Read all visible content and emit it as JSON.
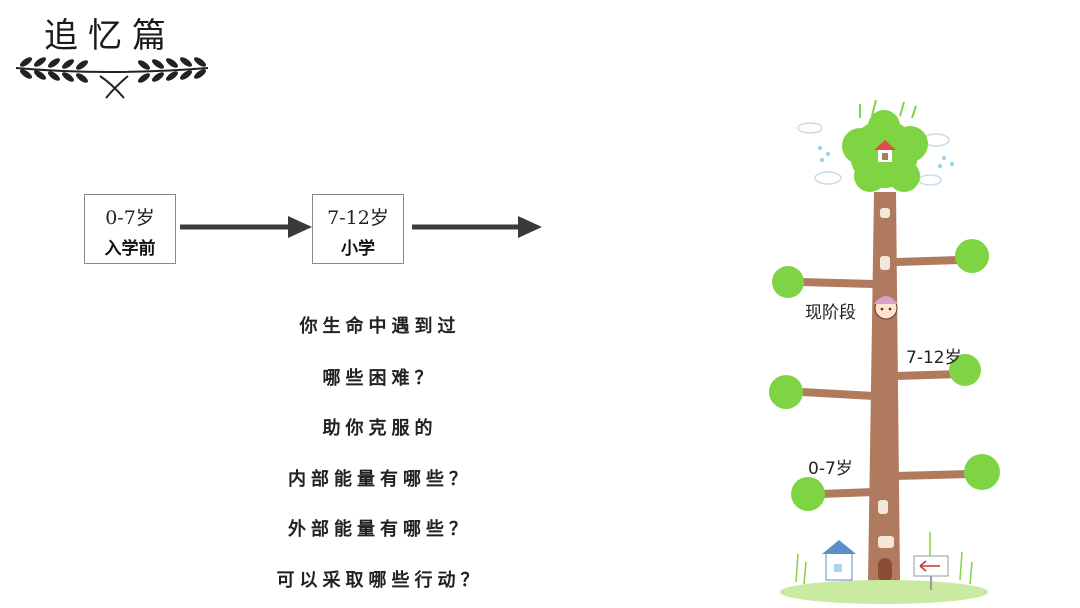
{
  "header": {
    "title": "追忆篇"
  },
  "timeline": {
    "stages": [
      {
        "age": "0-7岁",
        "label": "入学前"
      },
      {
        "age": "7-12岁",
        "label": "小学"
      }
    ]
  },
  "questions": [
    "你生命中遇到过",
    "哪些困难？",
    "助你克服的",
    "内部能量有哪些？",
    "外部能量有哪些？",
    "可以采取哪些行动？"
  ],
  "tree": {
    "current_label": "现阶段",
    "label_7_12": "7-12岁",
    "label_0_7": "0-7岁",
    "colors": {
      "trunk": "#b07a5e",
      "leaf": "#7fd444",
      "ground": "#c9eaa0"
    }
  }
}
